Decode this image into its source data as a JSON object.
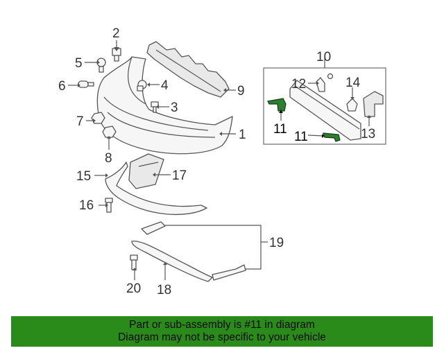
{
  "callouts": [
    "1",
    "2",
    "3",
    "4",
    "5",
    "6",
    "7",
    "8",
    "9",
    "10",
    "11",
    "11",
    "12",
    "13",
    "14",
    "15",
    "16",
    "17",
    "18",
    "19",
    "20"
  ],
  "banner": {
    "line1": "Part or sub-assembly is #11 in diagram",
    "line2": "Diagram may not be specific to your vehicle"
  },
  "colors": {
    "banner": "#2a8a1a",
    "highlight": "#2e7d32"
  }
}
